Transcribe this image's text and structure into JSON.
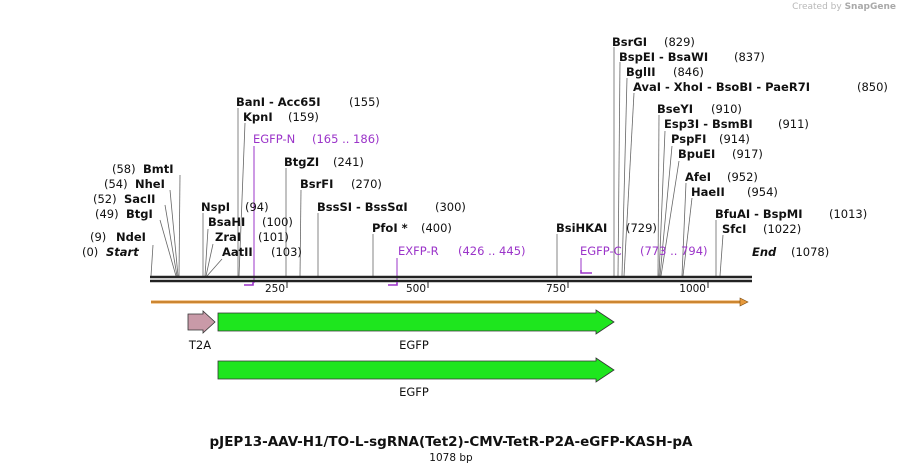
{
  "watermark": {
    "prefix": "Created by",
    "logo": "SnapGene"
  },
  "map": {
    "title": "pJEP13-AAV-H1/TO-L-sgRNA(Tet2)-CMV-TetR-P2A-eGFP-KASH-pA",
    "length_label": "1078 bp",
    "start_label": "Start",
    "start_pos": "(0)",
    "end_label": "End",
    "end_pos": "(1078)"
  },
  "ruler": {
    "ticks": [
      {
        "label": "250",
        "pos": 250
      },
      {
        "label": "500",
        "pos": 500
      },
      {
        "label": "750",
        "pos": 750
      },
      {
        "label": "1000",
        "pos": 1000
      }
    ]
  },
  "sites": [
    {
      "name": "NdeI",
      "pos": "(9)",
      "at": 9
    },
    {
      "name": "BtgI",
      "pos": "(49)",
      "at": 49
    },
    {
      "name": "SacII",
      "pos": "(52)",
      "at": 52
    },
    {
      "name": "NheI",
      "pos": "(54)",
      "at": 54
    },
    {
      "name": "BmtI",
      "pos": "(58)",
      "at": 58
    },
    {
      "name": "NspI",
      "pos": "(94)",
      "at": 94
    },
    {
      "name": "BsaHI",
      "pos": "(100)",
      "at": 100
    },
    {
      "name": "ZraI",
      "pos": "(101)",
      "at": 101
    },
    {
      "name": "AatII",
      "pos": "(103)",
      "at": 103
    },
    {
      "name": "BanI - Acc65I",
      "pos": "(155)",
      "at": 155
    },
    {
      "name": "KpnI",
      "pos": "(159)",
      "at": 159
    },
    {
      "name": "BtgZI",
      "pos": "(241)",
      "at": 241
    },
    {
      "name": "BsrFI",
      "pos": "(270)",
      "at": 270
    },
    {
      "name": "BssSI - BssSαI",
      "pos": "(300)",
      "at": 300
    },
    {
      "name": "PfoI *",
      "pos": "(400)",
      "at": 400
    },
    {
      "name": "BsiHKAI",
      "pos": "(729)",
      "at": 729
    },
    {
      "name": "BsrGI",
      "pos": "(829)",
      "at": 829
    },
    {
      "name": "BspEI - BsaWI",
      "pos": "(837)",
      "at": 837
    },
    {
      "name": "BglII",
      "pos": "(846)",
      "at": 846
    },
    {
      "name": "AvaI - XhoI - BsoBI - PaeR7I",
      "pos": "(850)",
      "at": 850
    },
    {
      "name": "BseYI",
      "pos": "(910)",
      "at": 910
    },
    {
      "name": "Esp3I - BsmBI",
      "pos": "(911)",
      "at": 911
    },
    {
      "name": "PspFI",
      "pos": "(914)",
      "at": 914
    },
    {
      "name": "BpuEI",
      "pos": "(917)",
      "at": 917
    },
    {
      "name": "AfeI",
      "pos": "(952)",
      "at": 952
    },
    {
      "name": "HaeII",
      "pos": "(954)",
      "at": 954
    },
    {
      "name": "BfuAI - BspMI",
      "pos": "(1013)",
      "at": 1013
    },
    {
      "name": "SfcI",
      "pos": "(1022)",
      "at": 1022
    }
  ],
  "primers": [
    {
      "name": "EGFP-N",
      "range": "(165 .. 186)"
    },
    {
      "name": "EXFP-R",
      "range": "(426 .. 445)"
    },
    {
      "name": "EGFP-C",
      "range": "(773 .. 794)"
    }
  ],
  "features": [
    {
      "name": "T2A",
      "color": "#c99aa8"
    },
    {
      "name": "EGFP",
      "color": "#1ee61e"
    },
    {
      "name": "EGFP",
      "color": "#1ee61e"
    }
  ],
  "colors": {
    "primer": "#9b34c9",
    "orf": "#e79a3c",
    "text": "#111111"
  }
}
